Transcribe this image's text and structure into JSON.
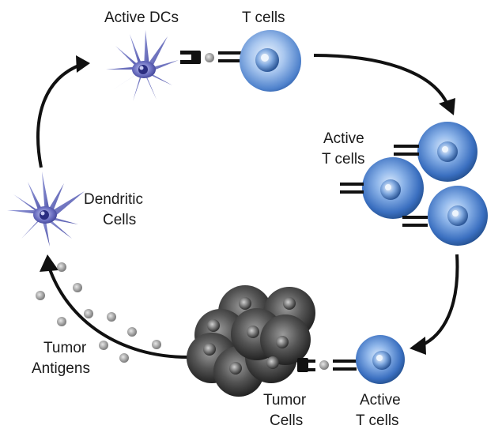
{
  "labels": {
    "active_dcs": "Active DCs",
    "t_cells": "T cells",
    "active_t_cells_top_1": "Active",
    "active_t_cells_top_2": "T cells",
    "dendritic_1": "Dendritic",
    "dendritic_2": "Cells",
    "tumor_antigens_1": "Tumor",
    "tumor_antigens_2": "Antigens",
    "tumor_cells_1": "Tumor",
    "tumor_cells_2": "Cells",
    "active_t_cells_bottom_1": "Active",
    "active_t_cells_bottom_2": "T cells"
  },
  "colors": {
    "t_cell": "#3a6fc0",
    "dendritic": "#5b5fb5",
    "tumor": "#3a3a3a",
    "antigen": "#9a9a9a",
    "arrow": "#111111",
    "receptor": "#111111"
  }
}
